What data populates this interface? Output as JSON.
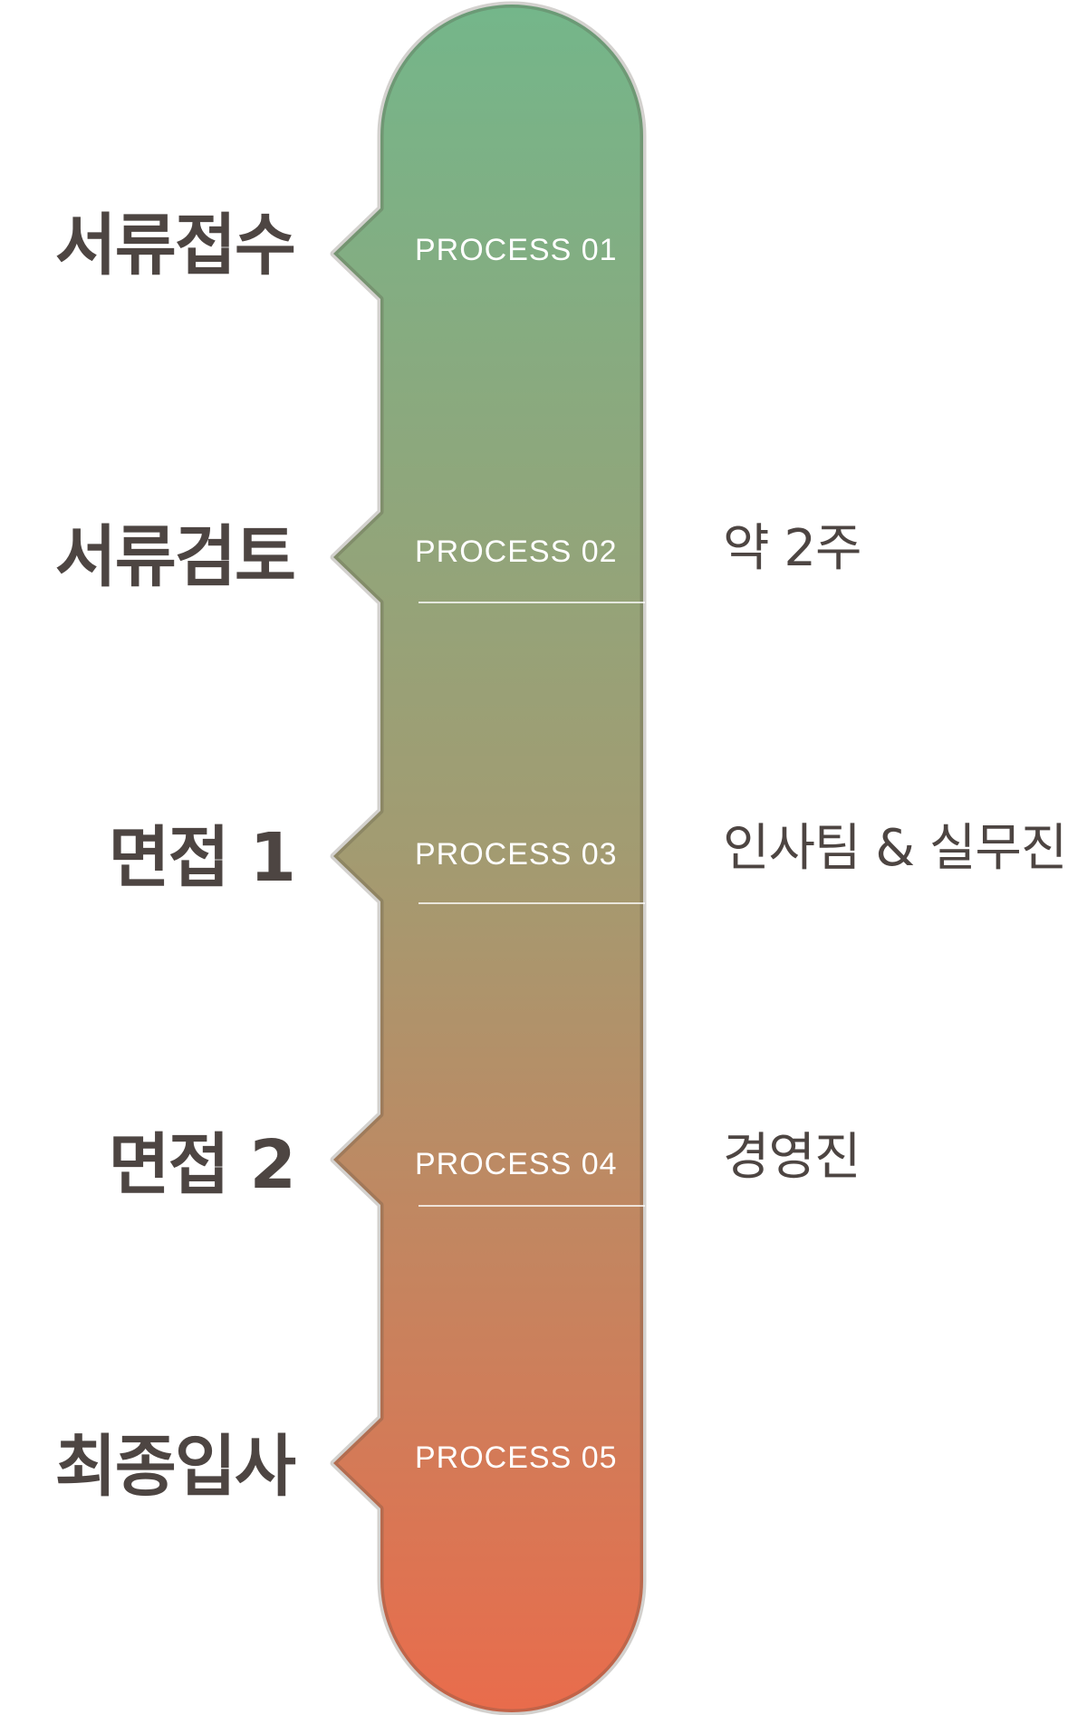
{
  "colors": {
    "top": "#74b68a",
    "middle": "#a39b71",
    "bottom": "#e96c4c",
    "text_dark": "#4d4542",
    "divider": "#ffffff"
  },
  "steps": [
    {
      "title": "서류접수",
      "process": "PROCESS 01",
      "note": ""
    },
    {
      "title": "서류검토",
      "process": "PROCESS 02",
      "note": "약  2주"
    },
    {
      "title": "면접 1",
      "process": "PROCESS 03",
      "note": "인사팀 & 실무진"
    },
    {
      "title": "면접 2",
      "process": "PROCESS 04",
      "note": "경영진"
    },
    {
      "title": "최종입사",
      "process": "PROCESS 05",
      "note": ""
    }
  ]
}
